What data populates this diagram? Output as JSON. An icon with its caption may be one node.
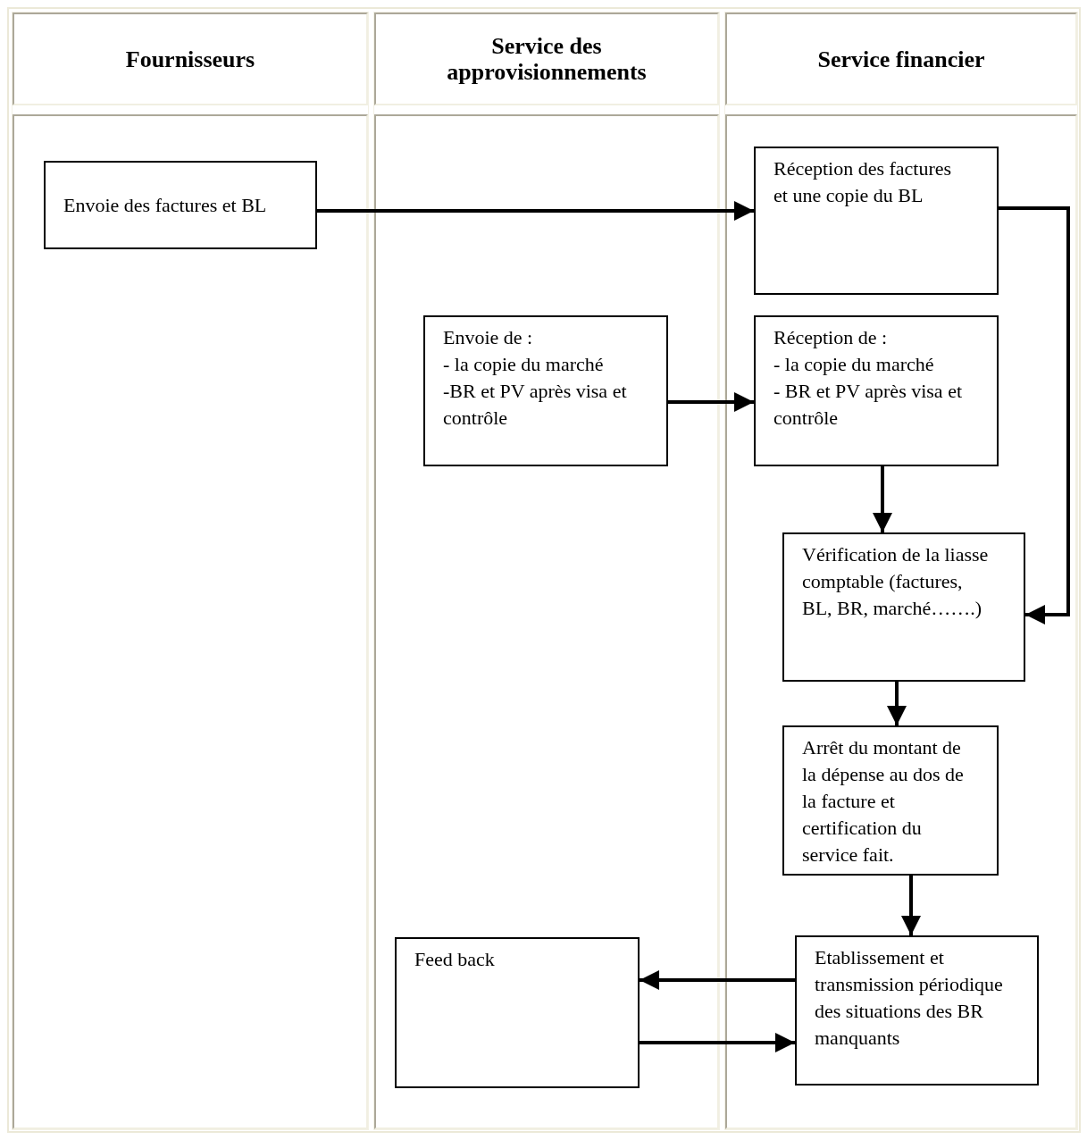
{
  "diagram": {
    "nodes": [
      {
        "text": [
          "Fournisseurs"
        ]
      },
      {
        "text": [
          "Service des approvisionnements"
        ]
      },
      {
        "text": [
          "Service financier"
        ]
      },
      {
        "text": [
          "Envoie des factures et BL"
        ],
        "in": 0
      },
      {
        "text": [
          "Réception des factures et une copie du BL"
        ],
        "in": 2
      },
      {
        "text": [
          "Envoie de :",
          "- la copie du marché",
          "-BR et PV après visa et contrôle"
        ],
        "in": 1
      },
      {
        "text": [
          "Réception de :",
          "- la copie du marché",
          "- BR et PV après visa et contrôle"
        ],
        "in": 2
      },
      {
        "text": [
          "Vérification de la liasse comptable (factures, BL, BR, marché…….)"
        ],
        "in": 2
      },
      {
        "text": [
          "Arrêt du montant de la dépense au dos de la facture et certification du service fait."
        ],
        "in": 2
      },
      {
        "text": [
          "Feed back"
        ],
        "in": 1
      },
      {
        "text": [
          "Etablissement et transmission périodique des situations des BR manquants"
        ],
        "in": 2
      }
    ],
    "edges": [
      {
        "from": 3,
        "to": 4,
        "arrow": "to"
      },
      {
        "from": 4,
        "to": 7,
        "arrow": "to"
      },
      {
        "from": 5,
        "to": 6,
        "arrow": "to"
      },
      {
        "from": 6,
        "to": 7,
        "arrow": "to"
      },
      {
        "from": 7,
        "to": 8,
        "arrow": "to"
      },
      {
        "from": 8,
        "to": 10,
        "arrow": "to"
      },
      {
        "from": 10,
        "to": 9,
        "arrow": "to"
      },
      {
        "from": 9,
        "to": 10,
        "arrow": "to"
      }
    ]
  }
}
